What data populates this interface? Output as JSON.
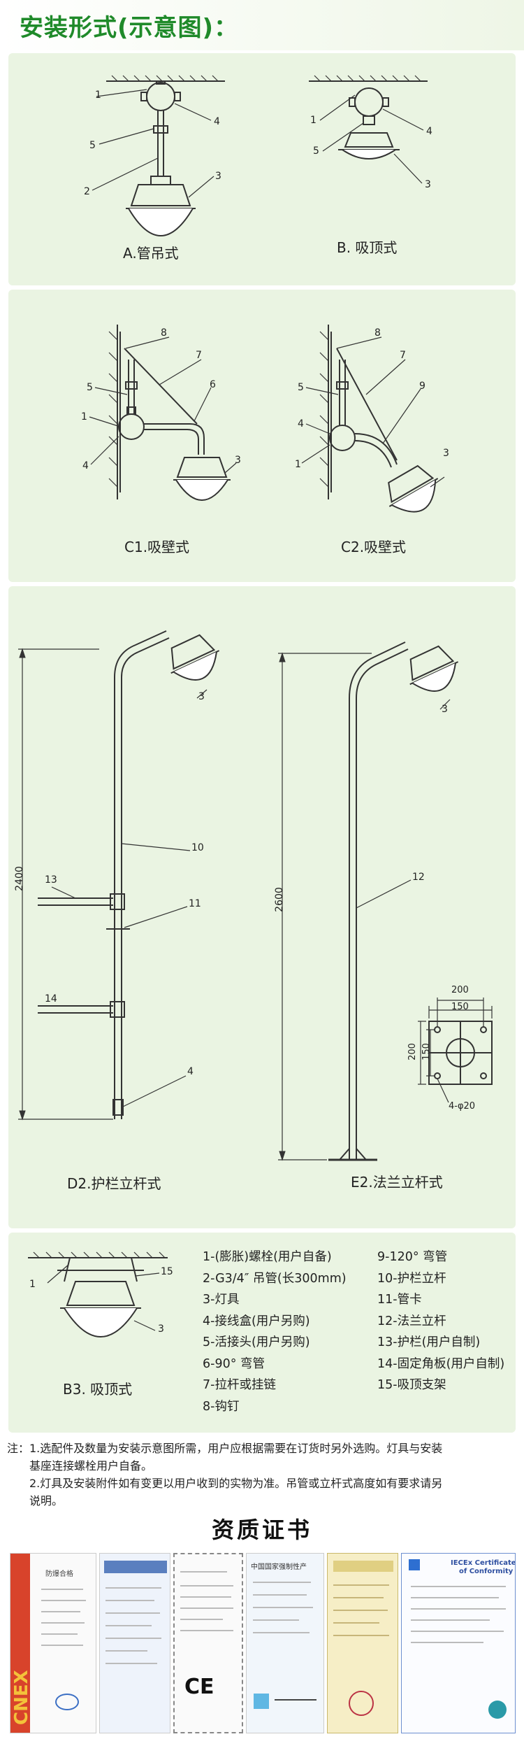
{
  "header": {
    "title": "安装形式(示意图)："
  },
  "captions": {
    "a": "A.管吊式",
    "b": "B. 吸顶式",
    "c1": "C1.吸壁式",
    "c2": "C2.吸壁式",
    "d2": "D2.护栏立杆式",
    "e2": "E2.法兰立杆式",
    "b3": "B3. 吸顶式"
  },
  "callouts": {
    "n1": "1",
    "n2": "2",
    "n3": "3",
    "n4": "4",
    "n5": "5",
    "n6": "6",
    "n7": "7",
    "n8": "8",
    "n9": "9",
    "n10": "10",
    "n11": "11",
    "n12": "12",
    "n13": "13",
    "n14": "14",
    "n15": "15"
  },
  "dimensions": {
    "h2400": "2400",
    "h2600": "2600",
    "w200": "200",
    "w150": "150",
    "v200": "200",
    "v150": "150",
    "holes": "4-φ20"
  },
  "legend": {
    "left": [
      "1-(膨胀)螺栓(用户自备)",
      "2-G3/4″ 吊管(长300mm)",
      "3-灯具",
      "4-接线盒(用户另购)",
      "5-活接头(用户另购)",
      "6-90° 弯管",
      "7-拉杆或挂链",
      "8-钩钉"
    ],
    "right": [
      "9-120° 弯管",
      "10-护栏立杆",
      "11-管卡",
      "12-法兰立杆",
      "13-护栏(用户自制)",
      "14-固定角板(用户自制)",
      "15-吸顶支架"
    ]
  },
  "notes": {
    "label": "注：",
    "line1": "1.选配件及数量为安装示意图所需，用户应根据需要在订货时另外选购。灯具与安装",
    "line1b": "基座连接螺栓用户自备。",
    "line2": "2.灯具及安装附件如有变更以用户收到的实物为准。吊管或立杆式高度如有要求请另",
    "line2b": "说明。"
  },
  "certificates": {
    "title": "资质证书",
    "brand": "CNEX",
    "c1_heading": "防爆合格",
    "c4_heading": "中国国家强制性产",
    "c6_heading": "IECEx Certificate",
    "c6_sub": "of Conformity",
    "ce_mark": "CE"
  },
  "colors": {
    "accent": "#1f8a2a",
    "panel": "#eaf4e2",
    "line": "#333333"
  }
}
